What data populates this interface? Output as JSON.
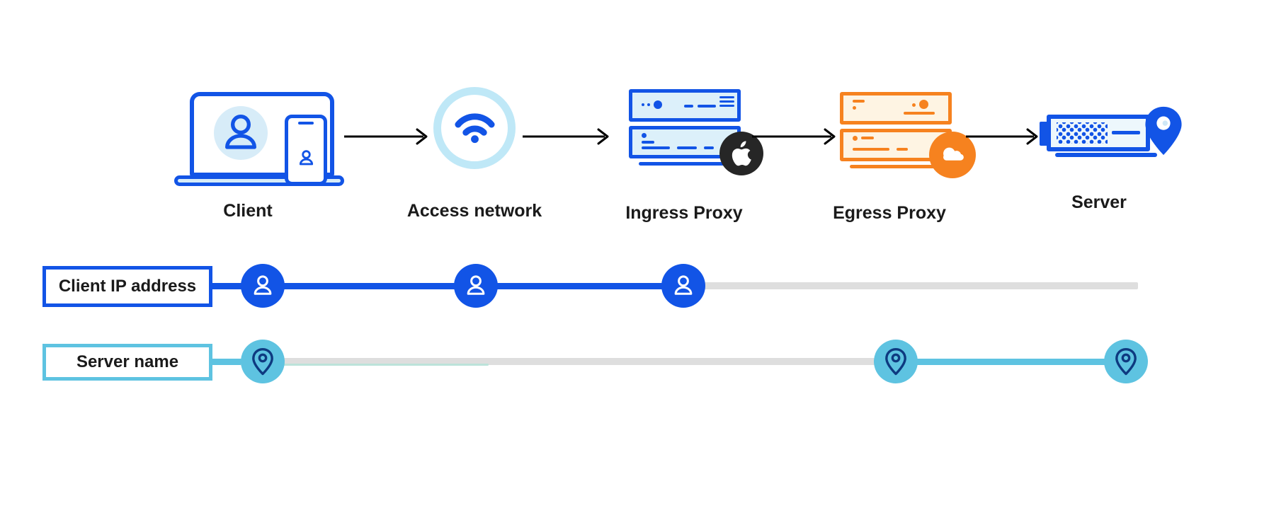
{
  "colors": {
    "blue": "#1254E6",
    "pale-blue": "#DCF0FA",
    "screen-blue": "#D7ECF8",
    "ring-blue": "#BFE8F7",
    "teal": "#5EC3E1",
    "navy": "#0E3A80",
    "orange": "#F6821F",
    "pale-orange": "#FEF4E3",
    "gray": "#DEDEDE",
    "faint-teal": "#BCE3DA",
    "badge-black": "#262626",
    "text": "#1A1A1A"
  },
  "flow": {
    "nodes": [
      {
        "id": "client",
        "label": "Client",
        "icon": "laptop-phone-user-icon"
      },
      {
        "id": "access-network",
        "label": "Access network",
        "icon": "wifi-icon"
      },
      {
        "id": "ingress-proxy",
        "label": "Ingress Proxy",
        "icon": "server-rack-icon",
        "badge": "apple-logo"
      },
      {
        "id": "egress-proxy",
        "label": "Egress Proxy",
        "icon": "server-rack-icon",
        "badge": "cloudflare-logo"
      },
      {
        "id": "server",
        "label": "Server",
        "icon": "server-pin-icon"
      }
    ]
  },
  "tracks": [
    {
      "id": "client-ip-address",
      "label": "Client IP address",
      "marker_icon": "user-icon",
      "marker_columns": [
        "client",
        "access-network",
        "ingress-proxy"
      ],
      "visible_color": "#1254E6",
      "hidden_color": "#DEDEDE"
    },
    {
      "id": "server-name",
      "label": "Server name",
      "marker_icon": "location-pin-icon",
      "marker_columns": [
        "client",
        "egress-proxy",
        "server"
      ],
      "visible_color": "#5EC3E1",
      "hidden_color": "#DEDEDE"
    }
  ]
}
